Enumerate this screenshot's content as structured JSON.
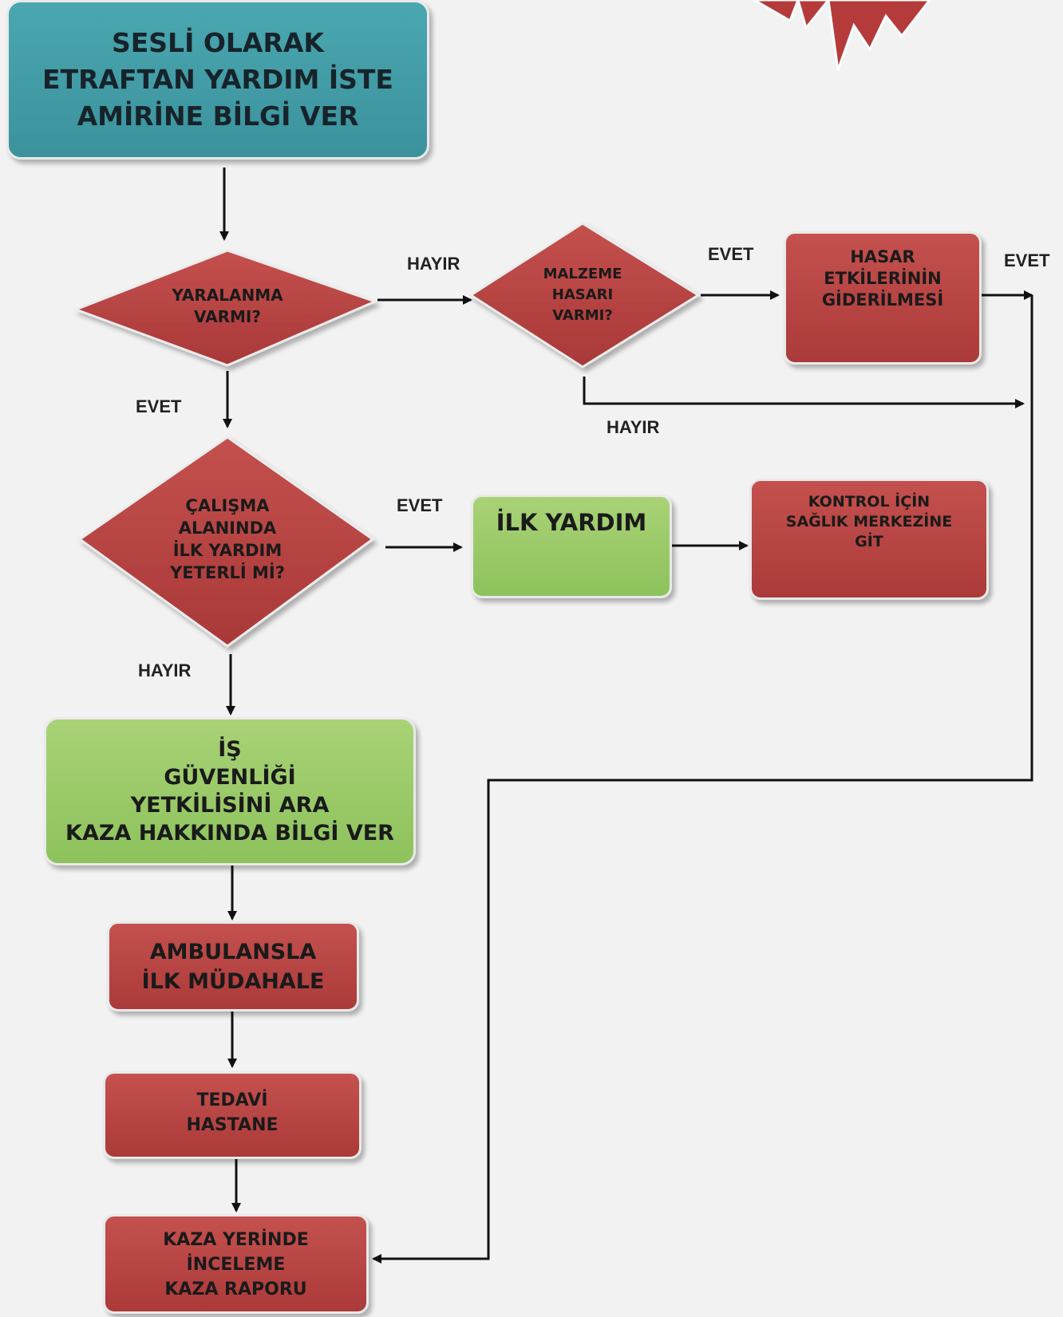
{
  "colors": {
    "background": "#f2f2f2",
    "teal_box": "#3f9aa3",
    "red_shape": "#b24340",
    "green_box": "#9acb69",
    "line": "#111111"
  },
  "nodes": {
    "start": "SESLİ OLARAK\nETRAFTAN YARDIM İSTE\nAMİRİNE BİLGİ VER",
    "injury_check": "YARALANMA\nVARMI?",
    "damage_check": "MALZEME\nHASARI\nVARMI?",
    "damage_fix": "HASAR\nETKİLERİNİN\nGİDERİLMESİ",
    "first_aid_check": "ÇALIŞMA\nALANINDA\nİLK YARDIM\nYETERLİ Mİ?",
    "first_aid": "İLK YARDIM",
    "health_center": "KONTROL İÇİN\nSAĞLIK MERKEZİNE\nGİT",
    "call_safety": "İŞ\nGÜVENLİĞİ\nYETKİLİSİNİ ARA\nKAZA HAKKINDA BİLGİ VER",
    "ambulance": "AMBULANSLA\nİLK MÜDAHALE",
    "treatment": "TEDAVİ\nHASTANE",
    "report": "KAZA YERİNDE\nİNCELEME\nKAZA RAPORU"
  },
  "edge_labels": {
    "injury_no": "HAYIR",
    "damage_yes": "EVET",
    "fix_yes": "EVET",
    "injury_yes": "EVET",
    "damage_no": "HAYIR",
    "first_aid_yes": "EVET",
    "first_aid_no": "HAYIR"
  }
}
